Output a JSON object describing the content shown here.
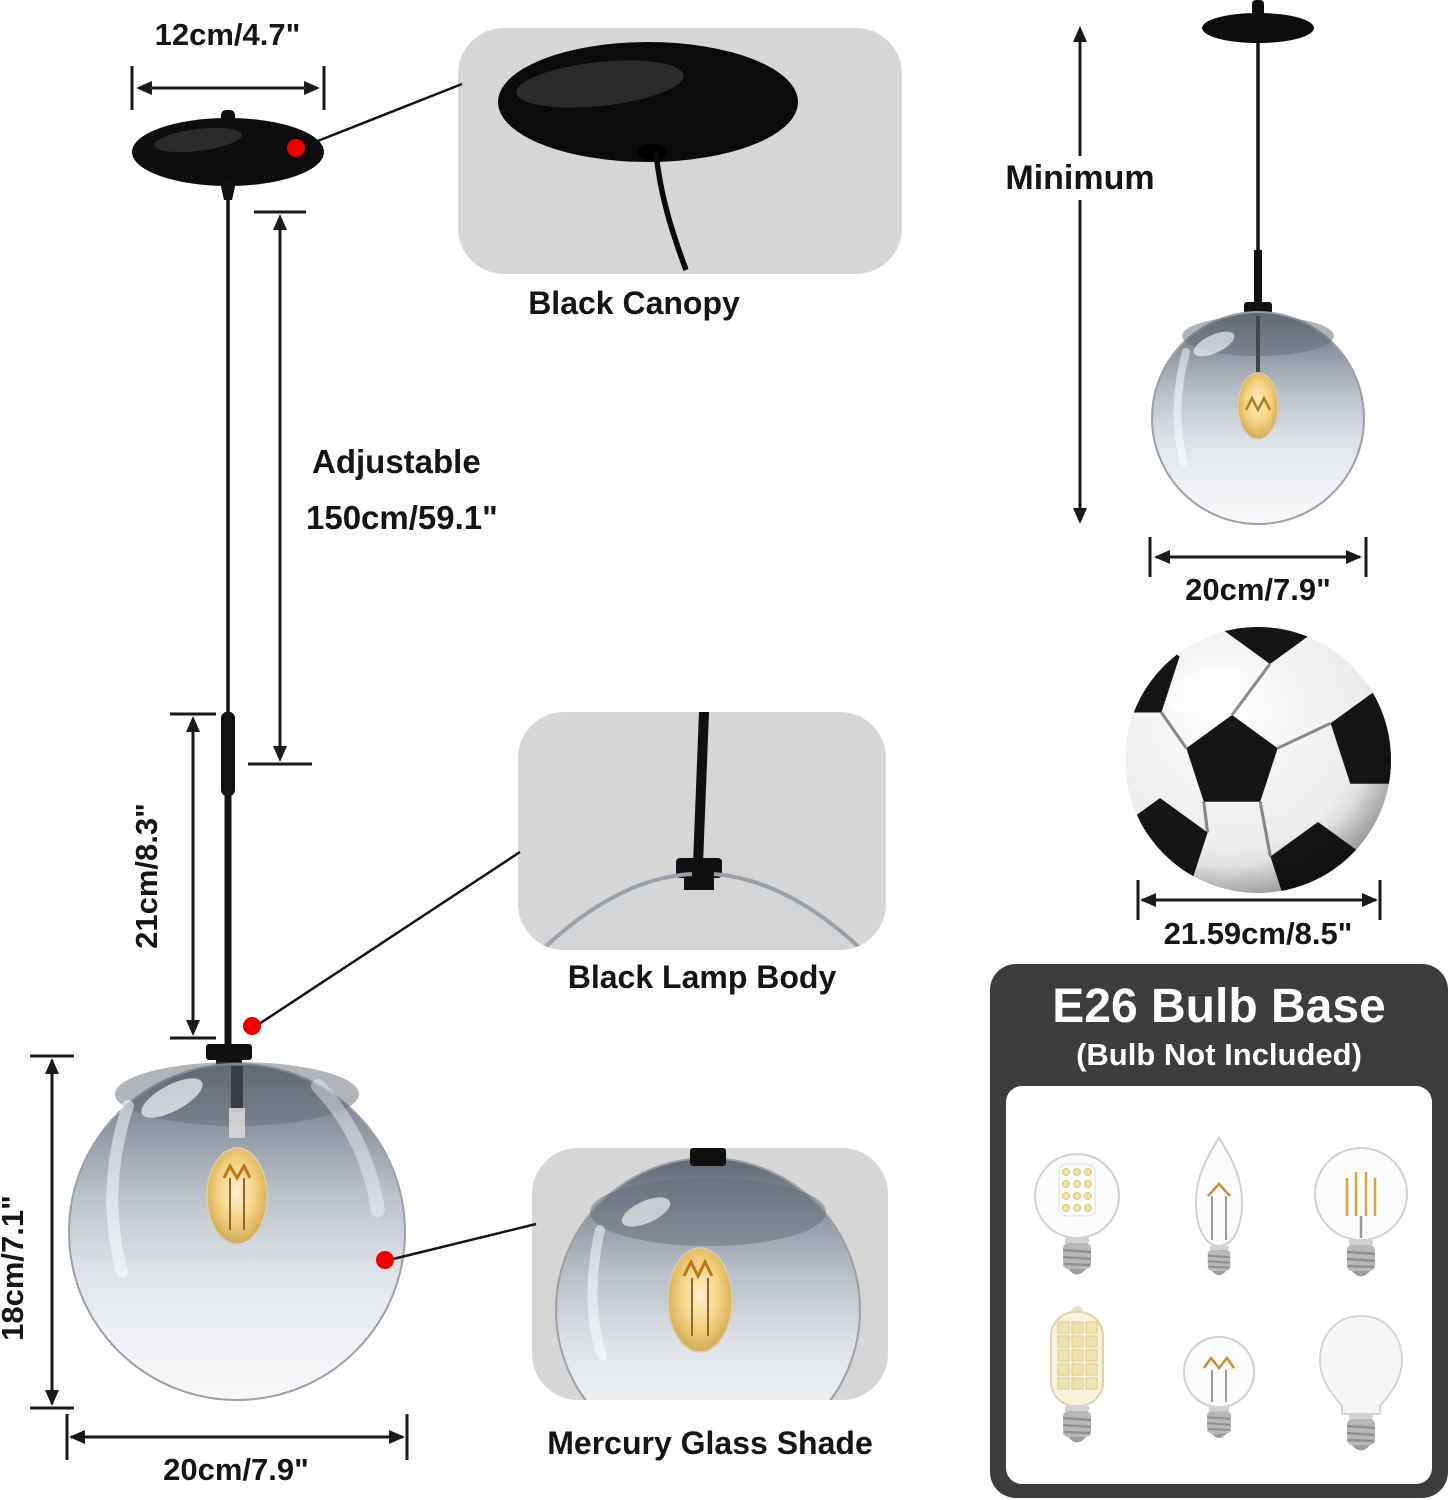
{
  "left_diagram": {
    "canopy_width": "12cm/4.7\"",
    "adjustable_line1": "Adjustable",
    "adjustable_line2": "150cm/59.1\"",
    "rod_length": "21cm/8.3\"",
    "shade_height": "18cm/7.1\"",
    "shade_width": "20cm/7.9\""
  },
  "callouts": {
    "canopy": "Black Canopy",
    "lamp_body": "Black Lamp Body",
    "glass_shade": "Mercury Glass Shade"
  },
  "right_diagram": {
    "minimum": "Minimum",
    "shade_width": "20cm/7.9\"",
    "ball_width": "21.59cm/8.5\""
  },
  "bulb_box": {
    "title": "E26 Bulb Base",
    "subtitle": "(Bulb Not Included)",
    "bulbs": [
      "led-globe-bulb-icon",
      "candle-bulb-icon",
      "globe-filament-bulb-icon",
      "corn-bulb-icon",
      "small-filament-bulb-icon",
      "a19-bulb-icon"
    ]
  },
  "colors": {
    "accent_red": "#ee0000",
    "line_black": "#1a1a1a",
    "callout_bg": "#d6d6d6",
    "box_bg": "#3d3d3d",
    "warm_glow": "#e9b94d"
  }
}
